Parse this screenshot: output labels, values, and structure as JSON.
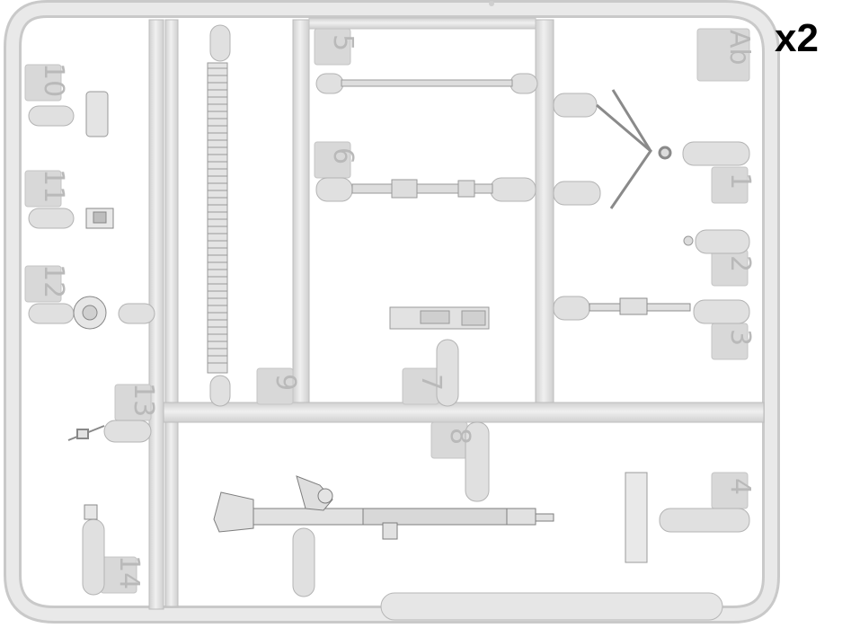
{
  "sprue": {
    "code": "Ab",
    "multiplier": "x2",
    "part_numbers": [
      "1",
      "2",
      "3",
      "4",
      "5",
      "6",
      "7",
      "8",
      "9",
      "10",
      "11",
      "12",
      "13",
      "14"
    ]
  },
  "colors": {
    "background": "#ffffff",
    "plastic": "#e3e3e3",
    "plastic_edge": "#b4b4b4",
    "label_tab": "#d6d6d6",
    "label_text": "#b9b9b9"
  }
}
